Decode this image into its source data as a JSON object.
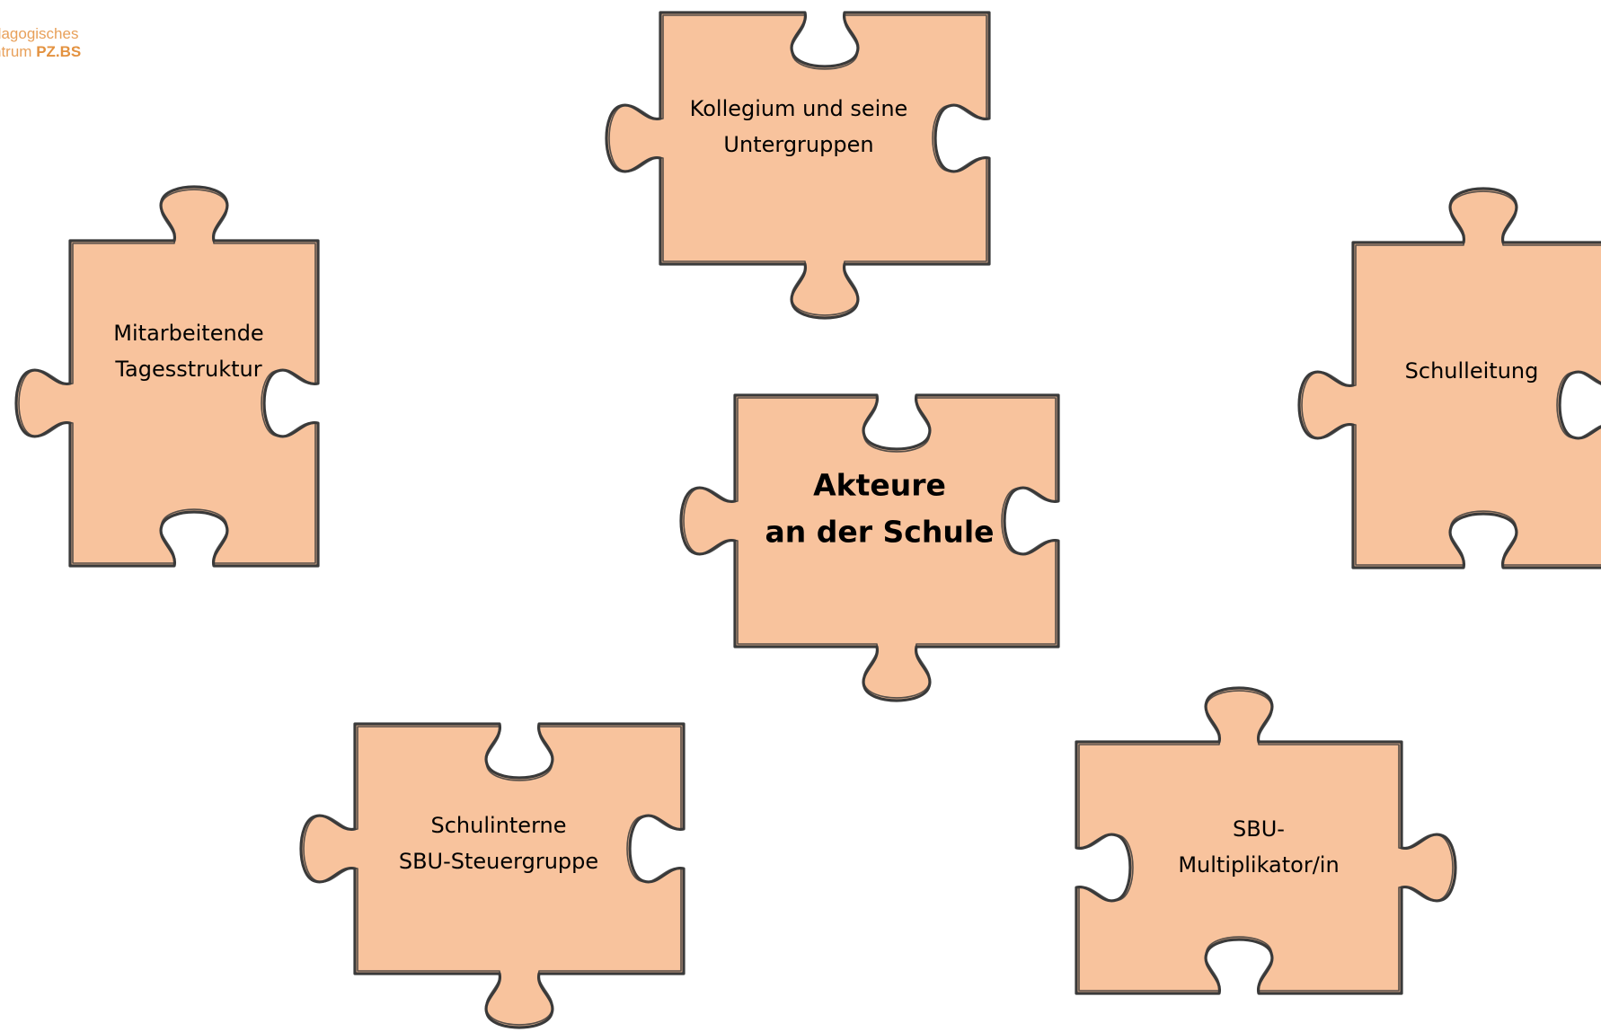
{
  "logo": {
    "line1": "dagogisches",
    "line2_prefix": "ntrum ",
    "line2_brand": "PZ.BS"
  },
  "pieces": [
    {
      "id": "center",
      "lines": [
        "Akteure",
        "an der Schule"
      ],
      "bold": true
    },
    {
      "id": "top",
      "lines": [
        "Kollegium und seine",
        "Untergruppen"
      ],
      "bold": false
    },
    {
      "id": "left",
      "lines": [
        "Mitarbeitende",
        "Tagesstruktur"
      ],
      "bold": false
    },
    {
      "id": "right",
      "lines": [
        "Schulleitung"
      ],
      "bold": false
    },
    {
      "id": "bottom-left",
      "lines": [
        "Schulinterne",
        "SBU-Steuergruppe"
      ],
      "bold": false
    },
    {
      "id": "bottom-right",
      "lines": [
        "SBU-",
        "Multiplikator/in"
      ],
      "bold": false
    }
  ],
  "colors": {
    "piece_fill": "#f8c39d",
    "piece_stroke": "#3a3a3a",
    "logo": "#e8a05a"
  }
}
